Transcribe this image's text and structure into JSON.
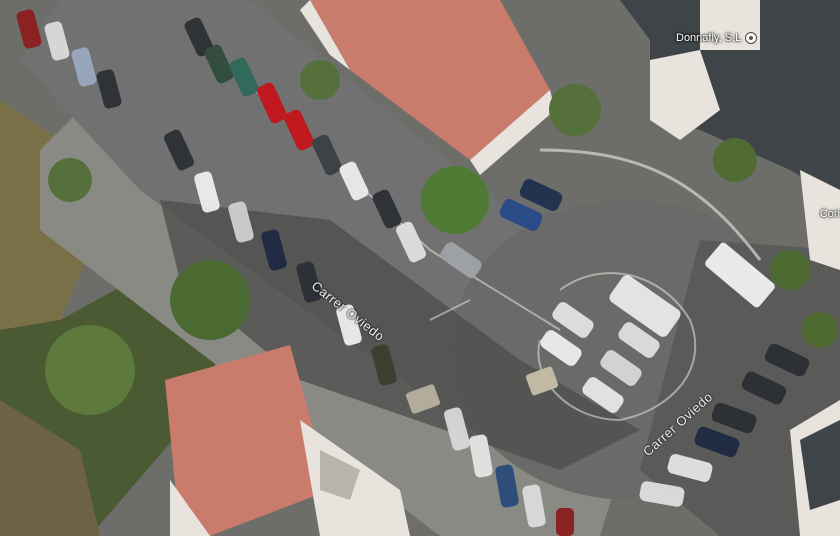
{
  "map": {
    "street_labels": [
      "Carrer Oviedo",
      "Carrer Oviedo"
    ],
    "poi": {
      "name": "Donnafly, S.L",
      "icon": "shopping-pin-icon"
    },
    "edge_label": "Cori",
    "colors": {
      "road": "#6d6e6a",
      "road_shadow": "#3d3e3b",
      "roof": "#c97b6c",
      "vegetation": "#55703a",
      "lane_marking": "#d8d8d4"
    }
  }
}
